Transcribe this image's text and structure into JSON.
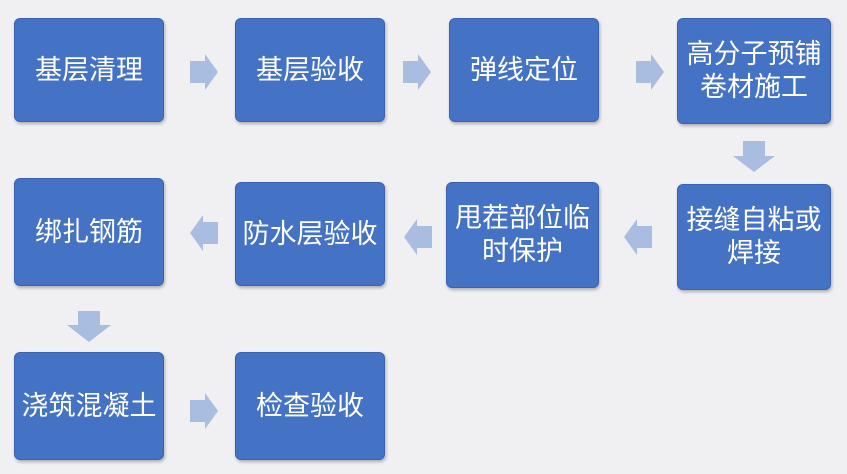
{
  "steps": [
    {
      "id": "s1",
      "label": "基层清理"
    },
    {
      "id": "s2",
      "label": "基层验收"
    },
    {
      "id": "s3",
      "label": "弹线定位"
    },
    {
      "id": "s4",
      "label": "高分子预铺卷材施工"
    },
    {
      "id": "s5",
      "label": "接缝自粘或焊接"
    },
    {
      "id": "s6",
      "label": "甩茬部位临时保护"
    },
    {
      "id": "s7",
      "label": "防水层验收"
    },
    {
      "id": "s8",
      "label": "绑扎钢筋"
    },
    {
      "id": "s9",
      "label": "浇筑混凝土"
    },
    {
      "id": "s10",
      "label": "检查验收"
    }
  ],
  "colors": {
    "background": "#f0f0f2",
    "box_fill": "#4472c4",
    "box_text": "#ffffff",
    "arrow": "#a9bde0"
  }
}
